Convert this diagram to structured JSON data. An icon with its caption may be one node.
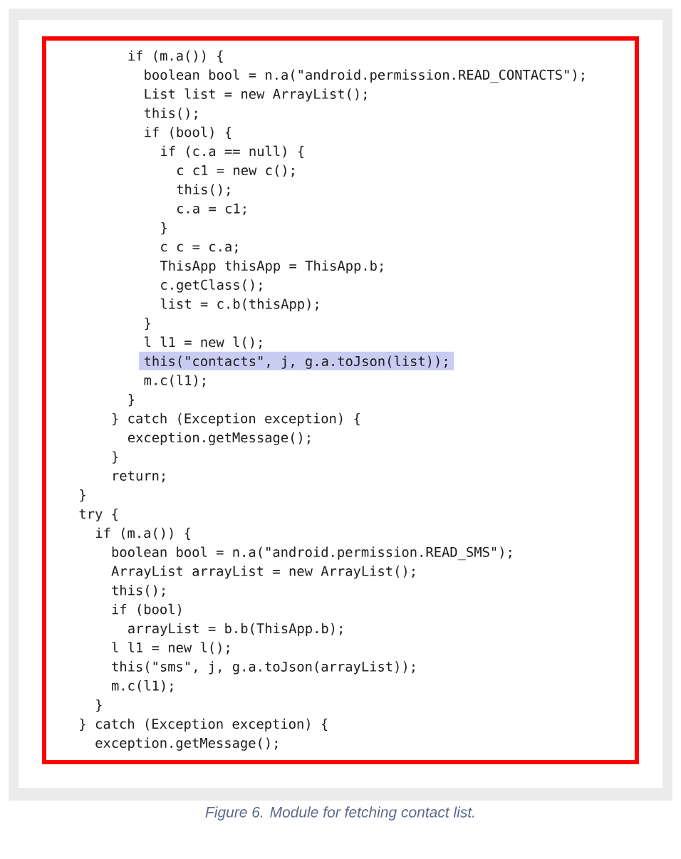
{
  "diagram": {
    "caption": "Figure 6. Module for fetching contact list.",
    "labels": [
      "if (m.a()) {",
      "boolean bool = n.a(\"android.permission.READ_CONTACTS\");",
      "List list = new ArrayList();",
      "this();",
      "if (bool) {",
      "if (c.a == null) {",
      "c c1 = new c();",
      "this();",
      "c.a = c1;",
      "}",
      "c c = c.a;",
      "ThisApp thisApp = ThisApp.b;",
      "c.getClass();",
      "list = c.b(thisApp);",
      "}",
      "l l1 = new l();",
      "this(\"contacts\", j, g.a.toJson(list));",
      "m.c(l1);",
      "}",
      "} catch (Exception exception) {",
      "exception.getMessage();",
      "}",
      "return;",
      "}",
      "try {",
      "if (m.a()) {",
      "boolean bool = n.a(\"android.permission.READ_SMS\");",
      "ArrayList arrayList = new ArrayList();",
      "this();",
      "if (bool)",
      "arrayList = b.b(ThisApp.b);",
      "l l1 = new l();",
      "this(\"sms\", j, g.a.toJson(arrayList));",
      "m.c(l1);",
      "}",
      "} catch (Exception exception) {",
      "exception.getMessage();"
    ]
  }
}
